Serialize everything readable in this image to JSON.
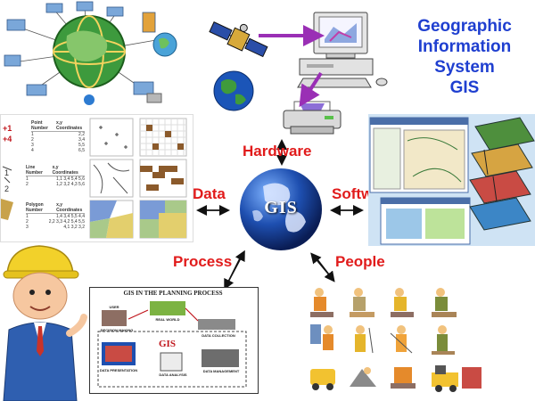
{
  "title": {
    "line1": "Geographic",
    "line2": "Information",
    "line3": "System",
    "line4": "GIS"
  },
  "hub": {
    "label": "GIS"
  },
  "components": {
    "hardware": "Hardware",
    "data": "Data",
    "software": "Software",
    "process": "Process",
    "people": "People"
  },
  "data_panel": {
    "points_header": [
      "Point Number",
      "x,y Coordinates"
    ],
    "points_rows": [
      [
        "1",
        "2,2"
      ],
      [
        "2",
        "3,4"
      ],
      [
        "3",
        "5,5"
      ],
      [
        "4",
        "6,5"
      ]
    ],
    "lines_header": [
      "Line Number",
      "x,y Coordinates"
    ],
    "lines_rows": [
      [
        "1",
        "1,1 3,4 5,4 5,6"
      ],
      [
        "2",
        "1,2 3,2 4,3 5,6"
      ]
    ],
    "polygon_header": [
      "Polygon Number",
      "x,y Coordinates"
    ],
    "polygon_rows": [
      [
        "1",
        "1,4 3,4 5,5 4,4"
      ],
      [
        "2",
        "2,2 3,3 4,2 5,4 5,5"
      ],
      [
        "3",
        "4,1 3,2 3,2"
      ]
    ],
    "edge_labels": [
      "+1",
      "+4",
      "1",
      "2"
    ]
  },
  "planning": {
    "title": "GIS IN THE PLANNING PROCESS",
    "gis": "GIS",
    "user": "USER",
    "real_world": "REAL WORLD",
    "decision_making": "DECISION MAKING",
    "data_collection": "DATA COLLECTION",
    "data_presentation": "DATA PRESENTATION",
    "data_analysis": "DATA ANALYSIS",
    "data_management": "DATA MANAGEMENT"
  },
  "colors": {
    "title": "#1f3fd0",
    "labels": "#e11b1b",
    "arrows": "#9a2fb5"
  },
  "icons": {
    "globe": "network-globe-icon",
    "satellite": "satellite-icon",
    "computer": "computer-icon",
    "printer": "printer-icon",
    "worker": "engineer-icon"
  }
}
